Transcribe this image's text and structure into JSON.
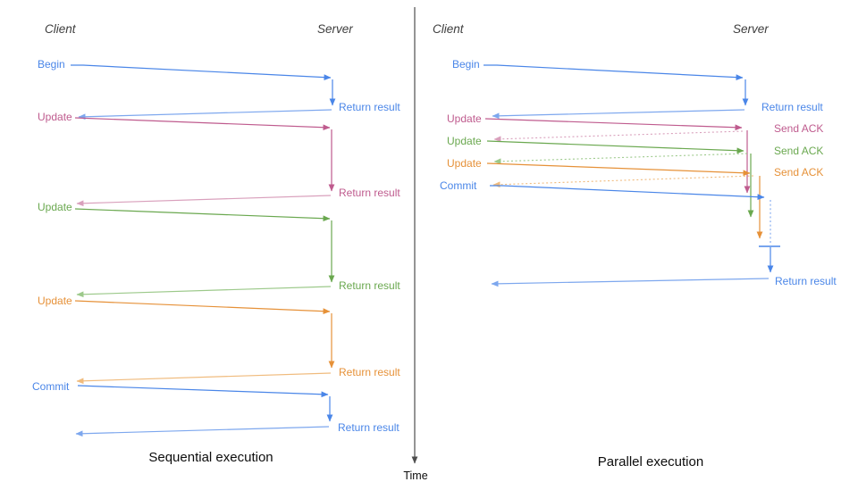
{
  "colors": {
    "blue": "#4a86e8",
    "blue_light": "#7da7ee",
    "magenta": "#bf5b8e",
    "magenta_light": "#d9a0bc",
    "green": "#6aa84f",
    "green_light": "#9cc98a",
    "orange": "#e69138",
    "orange_light": "#f0bb7d",
    "axis": "#4d4d4d",
    "heading": "#3d3d3d",
    "title": "#0d0d0d"
  },
  "left_panel": {
    "client_header": "Client",
    "server_header": "Server",
    "title": "Sequential execution",
    "messages": [
      {
        "request": "Begin",
        "response": "Return result"
      },
      {
        "request": "Update",
        "response": "Return result"
      },
      {
        "request": "Update",
        "response": "Return result"
      },
      {
        "request": "Update",
        "response": "Return result"
      },
      {
        "request": "Commit",
        "response": "Return result"
      }
    ]
  },
  "right_panel": {
    "client_header": "Client",
    "server_header": "Server",
    "title": "Parallel execution",
    "messages": [
      {
        "request": "Begin",
        "response": "Return result"
      },
      {
        "request": "Update",
        "response": "Send ACK"
      },
      {
        "request": "Update",
        "response": "Send ACK"
      },
      {
        "request": "Update",
        "response": "Send ACK"
      },
      {
        "request": "Commit",
        "response": "Return result"
      }
    ]
  },
  "time_axis": {
    "label": "Time"
  }
}
